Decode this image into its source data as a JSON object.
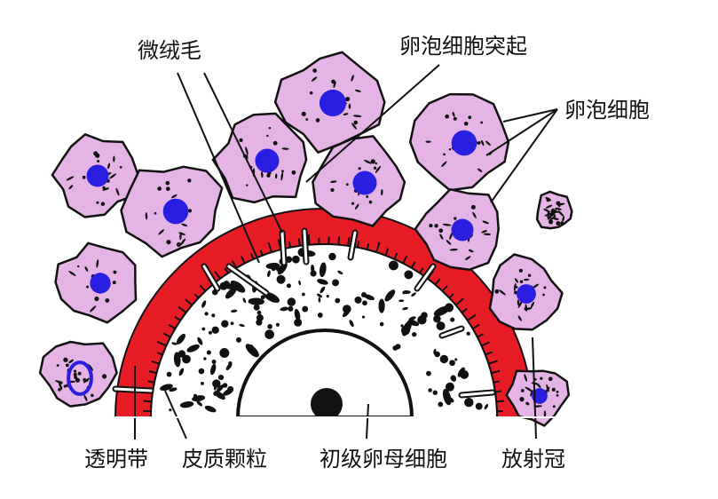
{
  "labels": {
    "microvilli": "微绒毛",
    "follicle_cell_process": "卵泡细胞突起",
    "follicle_cells": "卵泡细胞",
    "zona_pellucida": "透明带",
    "cortical_granules": "皮质颗粒",
    "primary_oocyte": "初级卵母细胞",
    "corona_radiata": "放射冠"
  },
  "colors": {
    "zona": "#e81c24",
    "follicle_cell_fill": "#e6b3e6",
    "nucleus": "#2a1ee0",
    "outline": "#111111",
    "oocyte_fill": "#ffffff"
  }
}
